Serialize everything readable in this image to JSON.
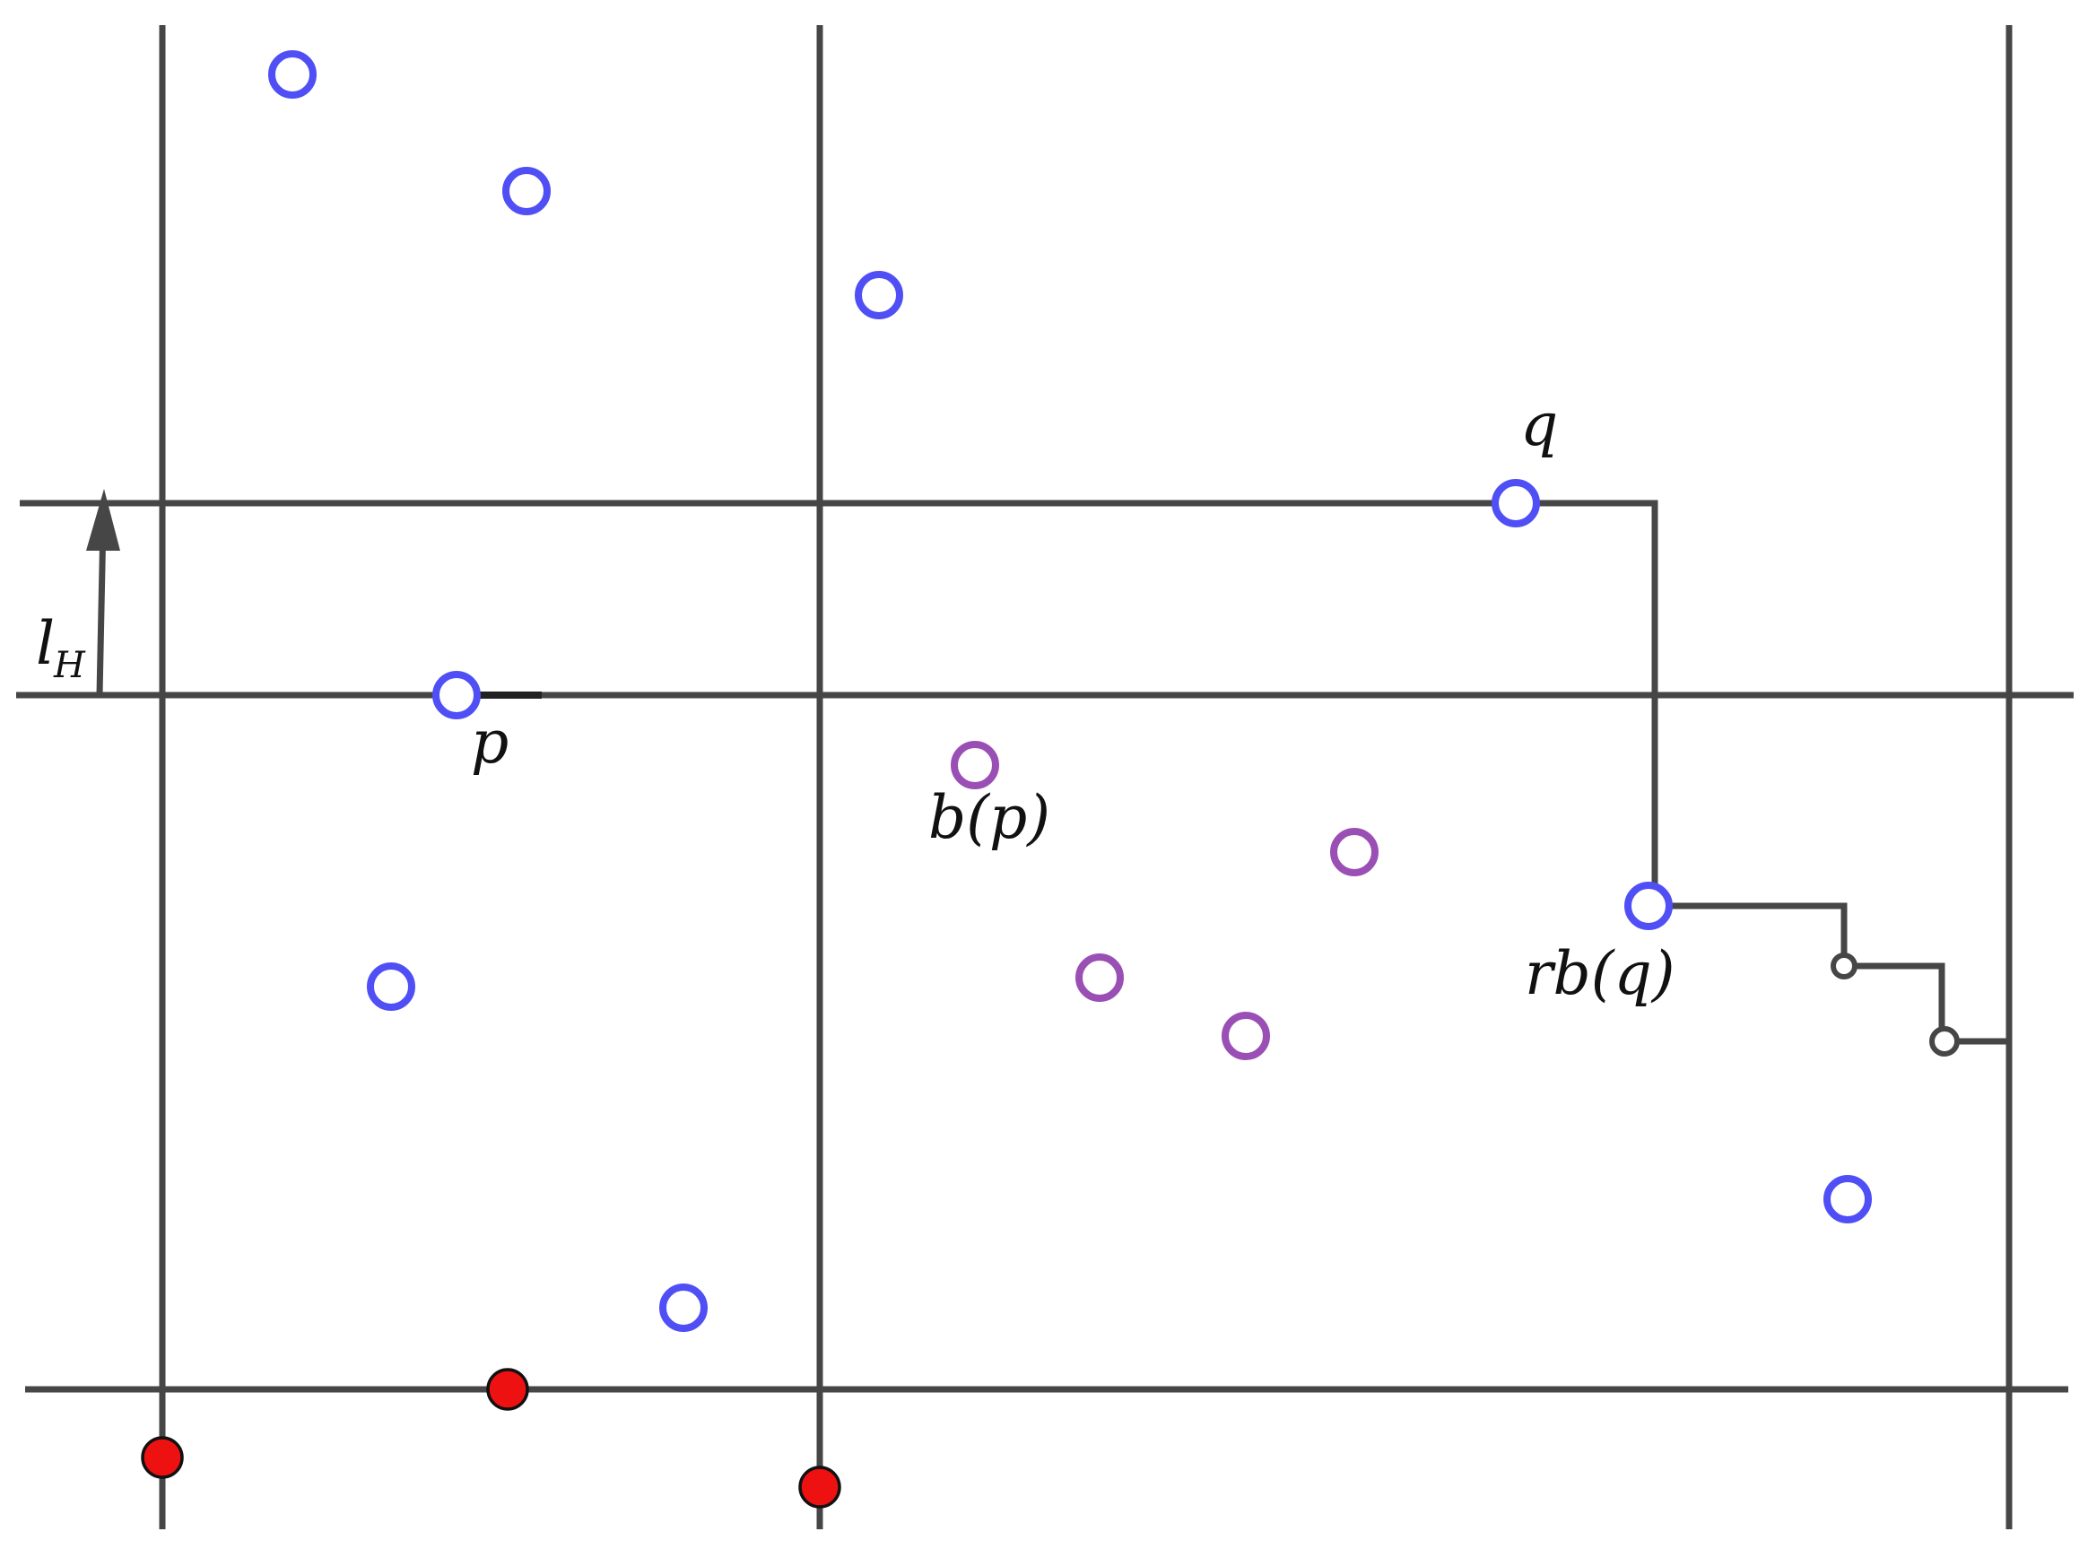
{
  "labels": {
    "p": "p",
    "q": "q",
    "b_p": "b(p)",
    "rb_q": "rb(q)",
    "l_main": "l",
    "l_sub": "H"
  },
  "colors": {
    "line": "#464646",
    "blue_point": "#4f4ff5",
    "purple_point": "#9a4fb5",
    "red_point": "#ee1111"
  },
  "legend": {
    "blue_points": "hollow blue circles",
    "purple_points": "hollow purple circles",
    "red_points": "filled red circles"
  }
}
